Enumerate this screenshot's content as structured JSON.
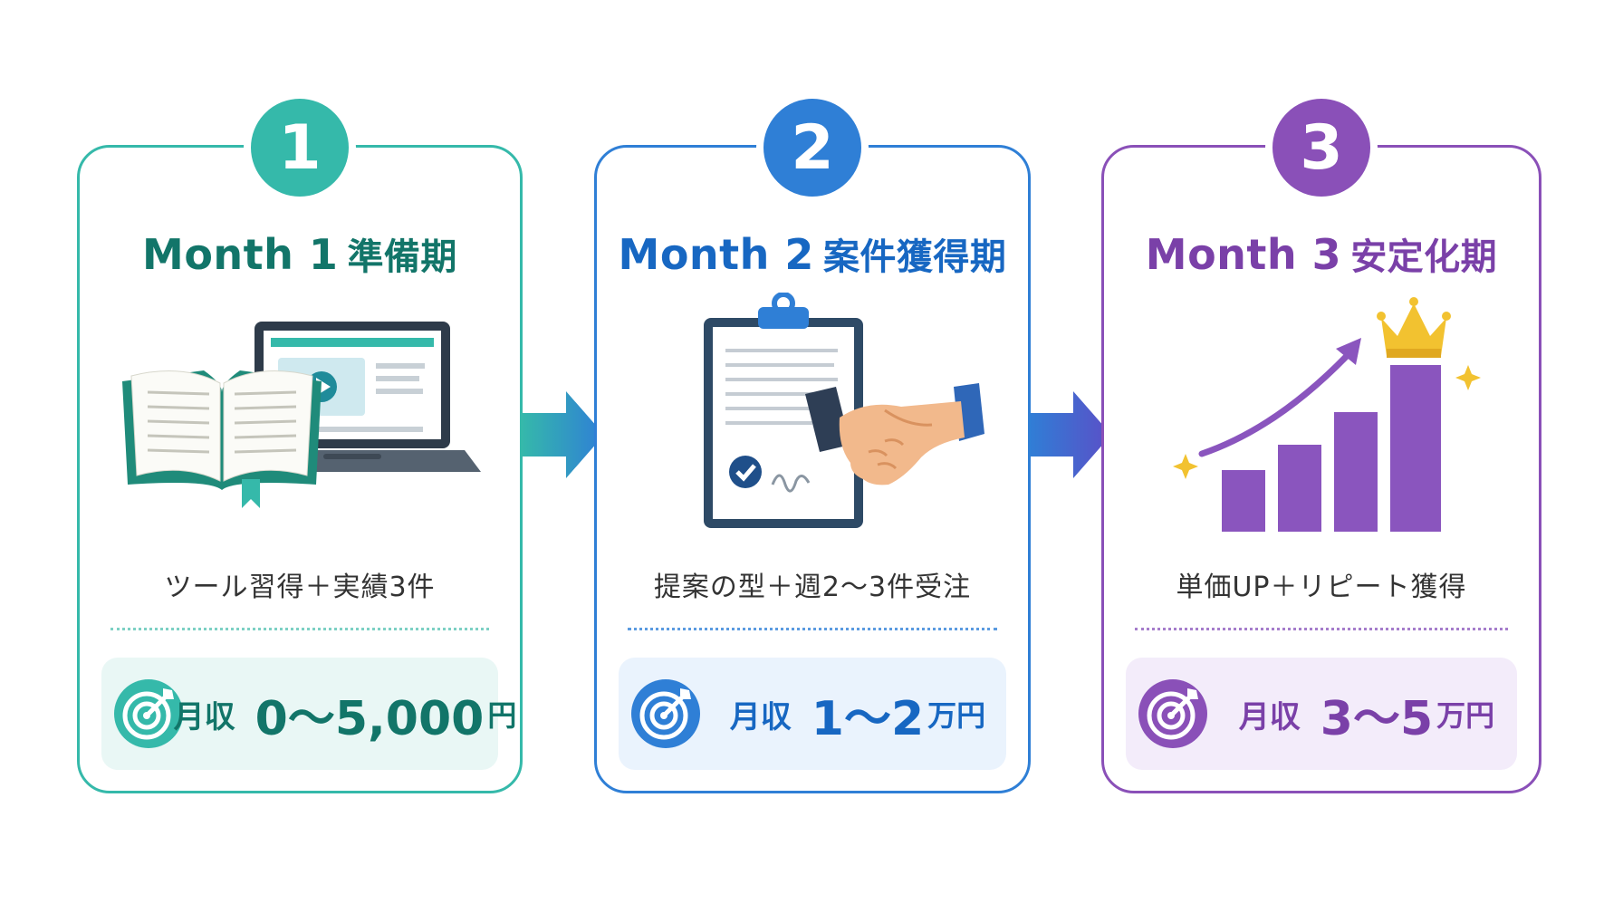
{
  "colors": {
    "teal": "#35b9aa",
    "teal_dark": "#127569",
    "blue": "#2f7fd6",
    "blue_dark": "#1767c2",
    "purple": "#8a50b8",
    "purple_dark": "#7a40a8"
  },
  "steps": [
    {
      "number": "1",
      "title": "Month 1",
      "title_jp": "準備期",
      "description": "ツール習得＋実績3件",
      "income_label": "月収",
      "income_value": "0〜5,000",
      "income_unit": "円",
      "illustration": "book-laptop-video-icon"
    },
    {
      "number": "2",
      "title": "Month 2",
      "title_jp": "案件獲得期",
      "description": "提案の型＋週2〜3件受注",
      "income_label": "月収",
      "income_value": "1〜2",
      "income_unit": "万円",
      "illustration": "clipboard-handshake-icon"
    },
    {
      "number": "3",
      "title": "Month 3",
      "title_jp": "安定化期",
      "description": "単価UP＋リピート獲得",
      "income_label": "月収",
      "income_value": "3〜5",
      "income_unit": "万円",
      "illustration": "growth-chart-crown-icon"
    }
  ]
}
